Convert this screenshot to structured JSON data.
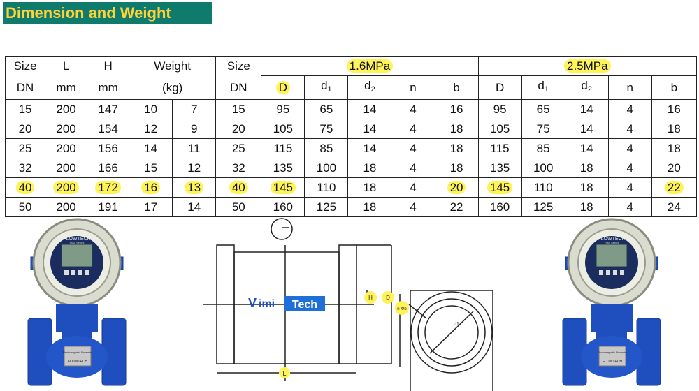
{
  "title": "Dimension and Weight",
  "table": {
    "head1": {
      "size": "Size",
      "l": "L",
      "h": "H",
      "weight": "Weight",
      "size2": "Size",
      "p1": "1.6MPa",
      "p2": "2.5MPa"
    },
    "head2": {
      "size": "DN",
      "l": "mm",
      "h": "mm",
      "weight": "(kg)",
      "size2": "DN",
      "cols": [
        "D",
        "d",
        "d",
        "n",
        "b",
        "D",
        "d",
        "d",
        "n",
        "b"
      ],
      "subs": [
        "",
        "1",
        "2",
        "",
        "",
        "",
        "1",
        "2",
        "",
        ""
      ]
    },
    "rows": [
      [
        "15",
        "200",
        "147",
        "10",
        "7",
        "15",
        "95",
        "65",
        "14",
        "4",
        "16",
        "95",
        "65",
        "14",
        "4",
        "16"
      ],
      [
        "20",
        "200",
        "154",
        "12",
        "9",
        "20",
        "105",
        "75",
        "14",
        "4",
        "18",
        "105",
        "75",
        "14",
        "4",
        "18"
      ],
      [
        "25",
        "200",
        "156",
        "14",
        "11",
        "25",
        "115",
        "85",
        "14",
        "4",
        "18",
        "115",
        "85",
        "14",
        "4",
        "18"
      ],
      [
        "32",
        "200",
        "166",
        "15",
        "12",
        "32",
        "135",
        "100",
        "18",
        "4",
        "18",
        "135",
        "100",
        "18",
        "4",
        "20"
      ],
      [
        "40",
        "200",
        "172",
        "16",
        "13",
        "40",
        "145",
        "110",
        "18",
        "4",
        "20",
        "145",
        "110",
        "18",
        "4",
        "22"
      ],
      [
        "50",
        "200",
        "191",
        "17",
        "14",
        "50",
        "160",
        "125",
        "18",
        "4",
        "22",
        "160",
        "125",
        "18",
        "4",
        "24"
      ]
    ]
  },
  "meter": {
    "brand": "FLOWTECH",
    "series": "FMA Series",
    "plate_brand": "FLOWTECH",
    "plate_title": "Electromagnetic Flowmeter"
  },
  "drawing": {
    "watermark_a": "imi",
    "watermark_b": "Tech",
    "label_h": "H",
    "label_d": "D",
    "label_l": "L",
    "label_nb": "n-Φb",
    "label_d1": "d1"
  },
  "colors": {
    "title_bg": "#0f7b6c",
    "title_fg": "#ffd23a",
    "highlight": "#fff35a",
    "meter_blue": "#1f4fbf"
  }
}
